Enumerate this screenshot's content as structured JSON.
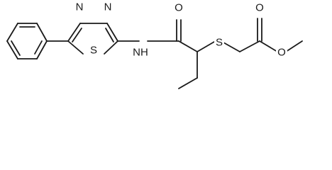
{
  "molecule": {
    "atom_labels": {
      "n1": "N",
      "n2": "N",
      "s_ring": "S",
      "nh": "NH",
      "o_amide": "O",
      "s_thio": "S",
      "o_ester_carbonyl": "O",
      "o_ester": "O"
    }
  }
}
